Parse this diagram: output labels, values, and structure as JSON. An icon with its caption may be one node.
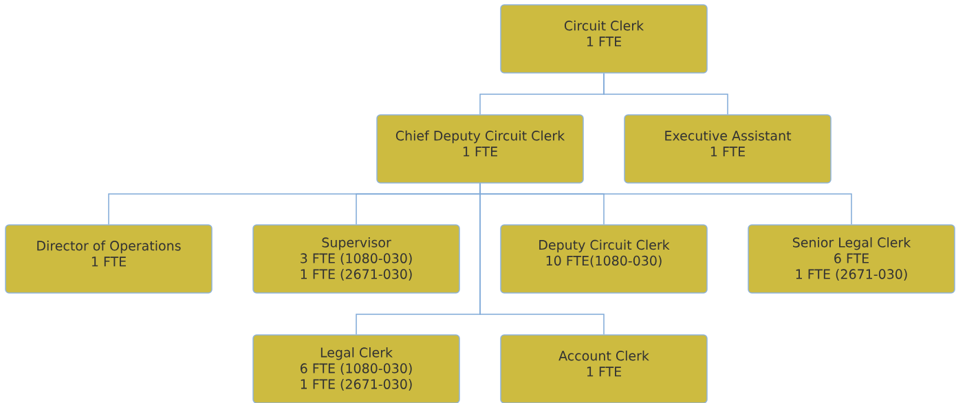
{
  "diagram": {
    "nodes": [
      {
        "text": [
          "Circuit Clerk",
          "1 FTE"
        ]
      },
      {
        "text": [
          "Chief Deputy Circuit Clerk",
          "1 FTE"
        ]
      },
      {
        "text": [
          "Executive Assistant",
          "1 FTE"
        ]
      },
      {
        "text": [
          "Director of Operations",
          "1 FTE"
        ]
      },
      {
        "text": [
          "Supervisor",
          "3 FTE (1080-030)",
          "1 FTE (2671-030)"
        ]
      },
      {
        "text": [
          "Deputy Circuit Clerk",
          "10 FTE(1080-030)"
        ]
      },
      {
        "text": [
          "Senior Legal Clerk",
          "6 FTE",
          "1 FTE (2671-030)"
        ]
      },
      {
        "text": [
          "Legal Clerk",
          "6 FTE (1080-030)",
          "1 FTE (2671-030)"
        ]
      },
      {
        "text": [
          "Account Clerk",
          "1 FTE"
        ]
      }
    ],
    "edges": [
      {
        "from": 0,
        "to": 1,
        "arrow": "none"
      },
      {
        "from": 0,
        "to": 2,
        "arrow": "none"
      },
      {
        "from": 1,
        "to": 3,
        "arrow": "none"
      },
      {
        "from": 1,
        "to": 4,
        "arrow": "none"
      },
      {
        "from": 1,
        "to": 5,
        "arrow": "none"
      },
      {
        "from": 1,
        "to": 6,
        "arrow": "none"
      },
      {
        "from": 1,
        "to": 7,
        "arrow": "none"
      },
      {
        "from": 1,
        "to": 8,
        "arrow": "none"
      }
    ]
  }
}
